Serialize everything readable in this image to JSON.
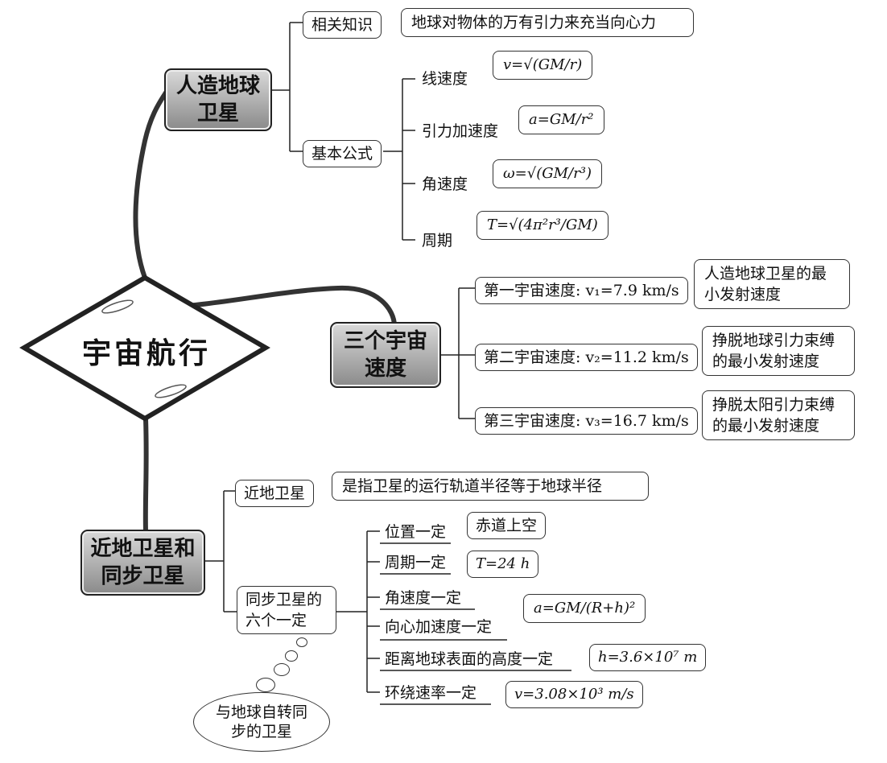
{
  "core": {
    "title": "宇宙航行"
  },
  "hubs": {
    "satellite": "人造地球\n卫星",
    "cosmic": "三个宇宙\n速度",
    "near_sync": "近地卫星和\n同步卫星"
  },
  "satellite": {
    "related_label": "相关知识",
    "related_text": "地球对物体的万有引力来充当向心力",
    "formula_label": "基本公式",
    "items": [
      {
        "name": "线速度",
        "formula": "v=√(GM/r)"
      },
      {
        "name": "引力加速度",
        "formula": "a=GM/r²"
      },
      {
        "name": "角速度",
        "formula": "ω=√(GM/r³)"
      },
      {
        "name": "周期",
        "formula": "T=√(4π²r³/GM)"
      }
    ]
  },
  "cosmic": {
    "items": [
      {
        "label": "第一宇宙速度: v₁=7.9 km/s",
        "note": "人造地球卫星的最小发射速度"
      },
      {
        "label": "第二宇宙速度: v₂=11.2 km/s",
        "note": "挣脱地球引力束缚的最小发射速度"
      },
      {
        "label": "第三宇宙速度: v₃=16.7 km/s",
        "note": "挣脱太阳引力束缚的最小发射速度"
      }
    ]
  },
  "near_sync": {
    "near_label": "近地卫星",
    "near_text": "是指卫星的运行轨道半径等于地球半径",
    "sync_label": "同步卫星的六个一定",
    "sync_items": [
      {
        "name": "位置一定",
        "value": "赤道上空"
      },
      {
        "name": "周期一定",
        "value": "T=24 h"
      },
      {
        "name": "角速度一定",
        "value": ""
      },
      {
        "name": "向心加速度一定",
        "value": "a=GM/(R+h)²"
      },
      {
        "name": "距离地球表面的高度一定",
        "value": "h=3.6×10⁷ m"
      },
      {
        "name": "环绕速率一定",
        "value": "v=3.08×10³ m/s"
      }
    ],
    "thought": "与地球自转同步的卫星"
  }
}
